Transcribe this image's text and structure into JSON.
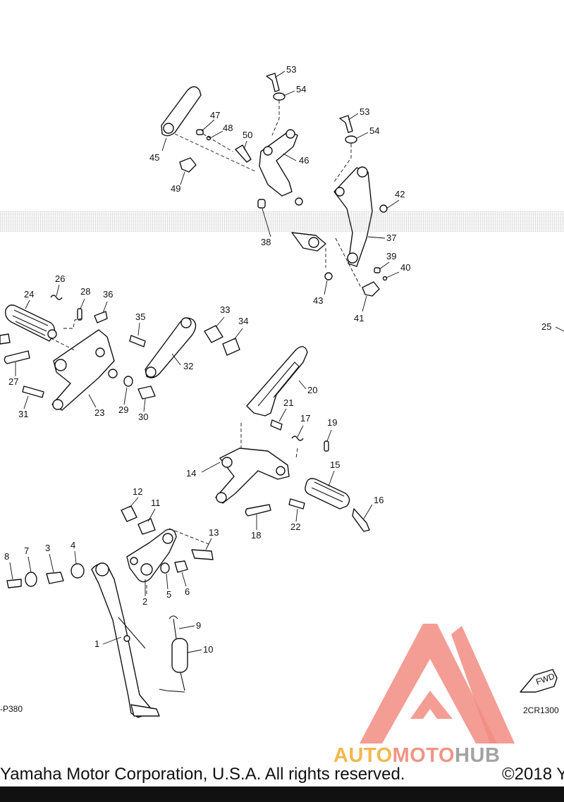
{
  "diagram": {
    "callouts": [
      "1",
      "2",
      "3",
      "4",
      "5",
      "6",
      "7",
      "8",
      "9",
      "10",
      "11",
      "12",
      "13",
      "14",
      "15",
      "16",
      "17",
      "18",
      "19",
      "20",
      "21",
      "22",
      "23",
      "24",
      "25",
      "26",
      "27",
      "28",
      "29",
      "30",
      "31",
      "32",
      "33",
      "34",
      "35",
      "36",
      "37",
      "38",
      "39",
      "40",
      "41",
      "42",
      "43",
      "45",
      "46",
      "47",
      "48",
      "49",
      "50",
      "53",
      "54"
    ],
    "ref_left": "-P380",
    "ref_right": "2CR1300",
    "fwd_label": "FWD"
  },
  "watermark": {
    "part1": "AUTO",
    "part2": "MOTO",
    "part3": "HUB",
    "colors": {
      "auto": "#f2b13a",
      "moto": "#ee8a7a",
      "hub": "#9a9a9a",
      "logo": "#f28c82"
    }
  },
  "footer": {
    "copyright": "Yamaha Motor Corporation, U.S.A. All rights reserved.",
    "year": "©2018 Y"
  }
}
